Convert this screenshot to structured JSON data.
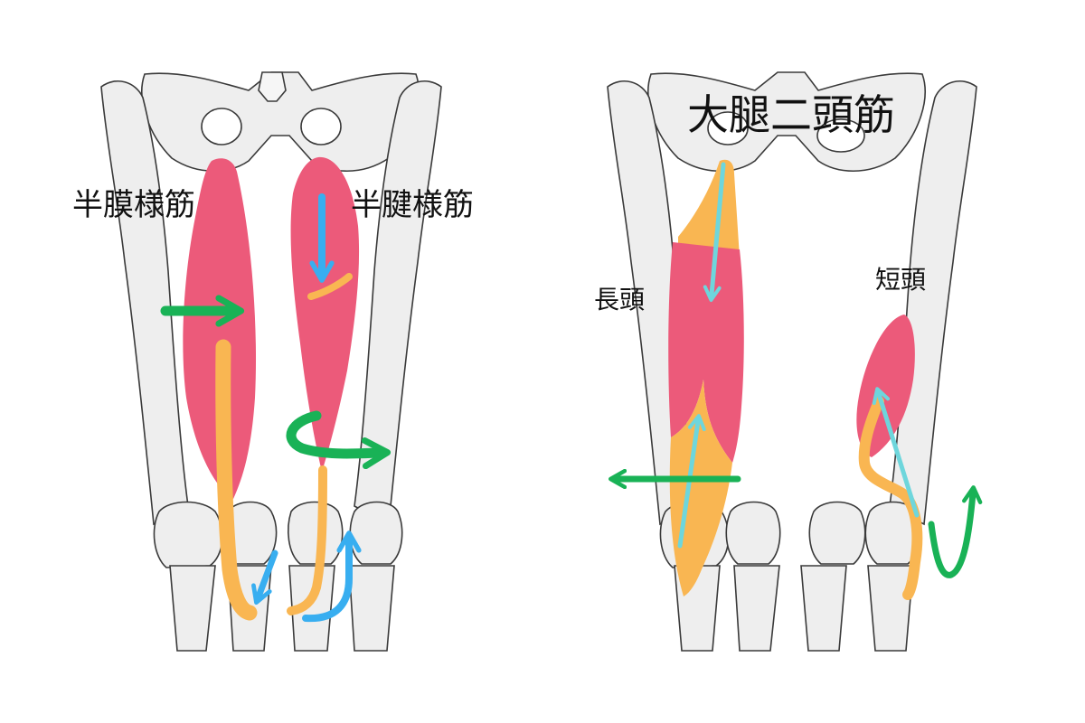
{
  "labels": {
    "semimembranosus": "半膜様筋",
    "semitendinosus": "半腱様筋",
    "biceps_femoris": "大腿二頭筋",
    "long_head": "長頭",
    "short_head": "短頭"
  },
  "colors": {
    "muscle": "#ec5a7a",
    "tendon": "#f9b652",
    "arrow_green": "#19b256",
    "arrow_blue": "#38aef0",
    "arrow_cyan": "#6ed6dc",
    "bone_fill": "#eeeeee",
    "bone_stroke": "#3a3a3a",
    "label": "#111111"
  },
  "icons": [
    "green-arrow",
    "blue-arrow",
    "cyan-arrow"
  ]
}
